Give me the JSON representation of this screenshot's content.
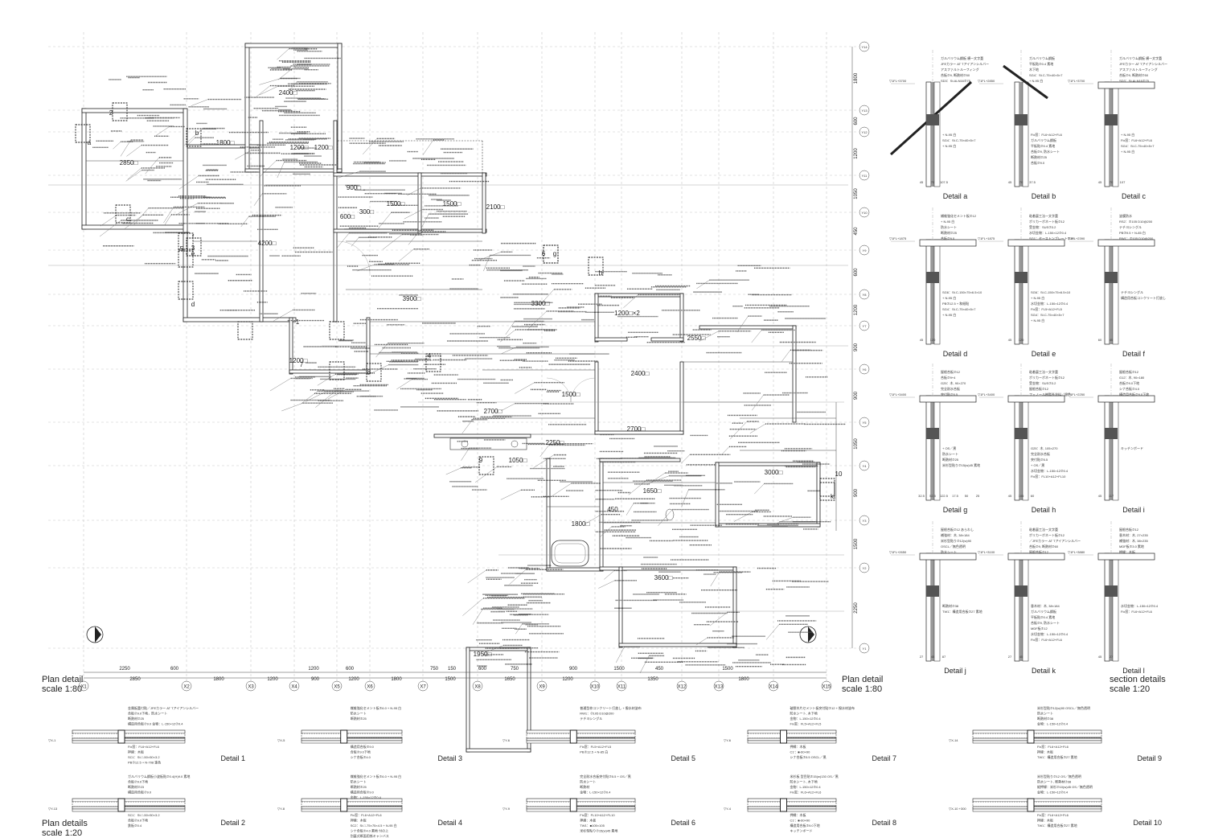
{
  "sheet": {
    "plan_title": "Plan detail",
    "plan_scale": "scale 1:80",
    "details_title": "Plan details",
    "details_scale": "scale 1:20",
    "section_title": "section details",
    "section_scale": "scale 1:20"
  },
  "grid_x": [
    {
      "label": "X1"
    },
    {
      "label": "X2"
    },
    {
      "label": "X3"
    },
    {
      "label": "X4"
    },
    {
      "label": "X5"
    },
    {
      "label": "X6"
    },
    {
      "label": "X7"
    },
    {
      "label": "X8"
    },
    {
      "label": "X9"
    },
    {
      "label": "X10"
    },
    {
      "label": "X11"
    },
    {
      "label": "X12"
    },
    {
      "label": "X13"
    },
    {
      "label": "X14"
    },
    {
      "label": "X15"
    }
  ],
  "grid_y": [
    {
      "label": "Y14"
    },
    {
      "label": "Y13"
    },
    {
      "label": "Y12"
    },
    {
      "label": "Y11"
    },
    {
      "label": "Y10"
    },
    {
      "label": "Y9"
    },
    {
      "label": "Y8"
    },
    {
      "label": "Y7"
    },
    {
      "label": "Y6"
    },
    {
      "label": "Y5"
    },
    {
      "label": "Y4"
    },
    {
      "label": "Y3"
    },
    {
      "label": "Y2"
    },
    {
      "label": "Y1"
    }
  ],
  "bottom_dims_upper": [
    "2250",
    "600",
    "1200",
    "600",
    "750",
    "150",
    "600",
    "750",
    "900",
    "1500",
    "450",
    "1500"
  ],
  "bottom_dims_lower": [
    "2850",
    "1800",
    "1200",
    "900",
    "1200",
    "1800",
    "1500",
    "1650",
    "1200",
    "1350",
    "1800"
  ],
  "right_dims": [
    "1800",
    "600",
    "1200",
    "1050",
    "450",
    "600",
    "1200",
    "900",
    "900",
    "1050",
    "900",
    "1500",
    "2250"
  ],
  "rooms": [
    "2850□",
    "2400□",
    "1800□",
    "1200□",
    "1200□",
    "900□",
    "600□",
    "300□",
    "1500□",
    "1500□",
    "2100□",
    "4200□",
    "3900□",
    "3300□",
    "1200□×2",
    "2550□",
    "1200□",
    "2400□",
    "1500□",
    "2700□",
    "2700□",
    "1050□",
    "2250□",
    "1650□",
    "450",
    "1800□",
    "3000□",
    "3600□",
    "1950□"
  ],
  "detail_markers": [
    "a",
    "b",
    "c",
    "d",
    "e",
    "f",
    "g",
    "h",
    "k",
    "1",
    "2",
    "3",
    "4",
    "5",
    "6",
    "7",
    "8",
    "9",
    "10"
  ],
  "section_details": [
    {
      "label": "Detail a",
      "level": "▽1FL+3700",
      "notes": [
        "ガルバリウム鋼板 横一文字葺",
        "JFEカラー AT Tアイアンシルバー",
        "アスファルトルーフィング",
        "合板⑦9, 断熱材⑦50",
        "SD3：St.ALN16⑦75",
        "+ N-95 白",
        "SG4：St.C-75×40×5×7",
        "+ N-95 白"
      ],
      "dims": [
        "45",
        "70",
        "107.5"
      ]
    },
    {
      "label": "Detail b",
      "level": "▽1FL+2850",
      "notes": [
        "ガルバリウム鋼板",
        "平板貼⑦0.4 素地",
        "木下地",
        "SG4：St.C-75×40×5×7",
        "+ N-95 白",
        "Fix窓：FL6+A12+FL6",
        "ガルバリウム鋼板",
        "平板貼⑦0.4 素地",
        "合板⑦9, 防水シート",
        "断熱材⑦25",
        "合板⑦9.0"
      ],
      "dims": [
        "45",
        "70",
        "37.5"
      ]
    },
    {
      "label": "Detail c",
      "level": "▽1FL+3700",
      "notes": [
        "ガルバリウム鋼板 横一文字葺",
        "JFEカラー AT Tアイアンシルバー",
        "アスファルトルーフィング",
        "合板⑦9, 断熱材⑦50",
        "SD3：St.ALN16⑦75",
        "+ N-95 白",
        "Fix窓：FL6+A12+FL6",
        "SG4：St.C-75×40×5×7",
        "+ N-95 白"
      ],
      "dims": [
        "45",
        "70",
        "107"
      ]
    },
    {
      "label": "Detail d",
      "level": "▽1FL+1875",
      "notes": [
        "繊維強化セメント板⑦12",
        "+ N-95 白",
        "防水シート",
        "断熱材⑦25",
        "合板⑦9.0",
        "SG6：St.C-150×75×6.5×10",
        "+ N-95 白",
        "PB⑦12.5 + 和紙貼",
        "SG4：St.C-75×40×5×7",
        "+ N-95 白"
      ],
      "dims": [
        "45",
        "120"
      ]
    },
    {
      "label": "Detail e",
      "level": "▽1FL+1875",
      "notes": [
        "粘着裏工法一文字葺",
        "ポリカーボネート板⑦12",
        "受金物：SUS⑦3.2",
        "水切金物：L-150×12⑦0.4",
        "SG1：セーストンプレート⑦25",
        "SG6：St.C-150×75×6.5×10",
        "+ N-95 白",
        "水切金物：L-150×12⑦0.4",
        "Fix窓：FL5+A12+FL5",
        "SG4：St.C-75×40×5×7",
        "+ N-95 白"
      ],
      "dims": [
        "45",
        "120"
      ]
    },
    {
      "label": "Detail f",
      "level": "▽1FL+2390",
      "notes": [
        "塗膜防水",
        "RS2：⑦105 D10@200",
        "テチヨシングル",
        "PB⑦9.5 + N-85 白",
        "RW1：⑦105 D10@200",
        "テチヨシングル",
        "構造用合板コンクリート打放し"
      ],
      "dims": [
        "60",
        "45"
      ]
    },
    {
      "label": "Detail g",
      "level": "▽1FL+3400",
      "notes": [
        "屋根合板⑦12",
        "合板⑦9+4",
        "G25：木, 90×270",
        "完全耐水合板",
        "突付貼⑦5.5",
        "+ OS／黒",
        "防水シート",
        "断熱材⑦25",
        "米杉型貼り⑦15(w)45 素地"
      ],
      "dims": [
        "32.5",
        "52.5",
        "122.5",
        "17.5",
        "50",
        "25"
      ]
    },
    {
      "label": "Detail h",
      "level": "▽1FL+3400",
      "notes": [
        "粘着裏工法一文字葺",
        "ポリカーボネート板⑦12",
        "受金物：SUS⑦3.2",
        "屋根合板⑦12",
        "フェノール樹脂系塗料／銀色",
        "G25：木, 105×270",
        "完全耐水合板",
        "突付貼⑦5.5",
        "+ OS／黒",
        "水切金物：L-150×12⑦0.4",
        "Fix窓：FL10+A12+FL10"
      ],
      "dims": [
        "45",
        "105",
        "60"
      ]
    },
    {
      "label": "Detail i",
      "level": "▽1FL+2250",
      "notes": [
        "屋根合板⑦12",
        "G12：木, 90×180",
        "合板⑦9.0下地",
        "シナ合板⑦4.0",
        "構造用合板⑦9.0下地",
        "キッチンボード"
      ],
      "dims": [
        "45",
        "117"
      ]
    },
    {
      "label": "Detail j",
      "level": "▽1FL+2650",
      "notes": [
        "屋根合板⑦12 あらわし",
        "補強材：木, 38×184",
        "米杉型貼り⑦12(w)90",
        "OSCL／無色透明",
        "防水シート",
        "断熱材⑦38",
        "TW1：構造用合板⑦27 素地"
      ],
      "dims": [
        "27",
        "45",
        "87"
      ]
    },
    {
      "label": "Detail k",
      "level": "▽1FL+3100",
      "notes": [
        "粘着裏工法一文字葺",
        "ポリカーボネート板⑦12",
        "／JFEカラー AT Tアイアンシルバー",
        "合板⑦9, 断熱材⑦60",
        "屋根合板⑦12",
        "垂木材：木, 38×184",
        "ガルバリウム鋼板",
        "平板貼⑦0.4 素地",
        "合板⑦9, 防水シート",
        "MDF板⑦12",
        "水切金物：L-150×12⑦0.4",
        "Fix窓：FL6+A12+FL6"
      ],
      "dims": [
        "27",
        "45"
      ]
    },
    {
      "label": "Detail l",
      "level": "▽1FL+3880",
      "notes": [
        "屋根合板⑦12",
        "垂木材：木, 27×235",
        "補強材：木, 38×235",
        "MDF板⑦3.0 素地",
        "押縁：木板",
        "水切金物：L-150×12⑦0.4",
        "Fix窓：FL6+A12+FL6"
      ],
      "dims": [
        "45",
        "27"
      ]
    }
  ],
  "plan_details": [
    {
      "label": "Detail 1",
      "axis": "▽X-1",
      "notes": [
        "金属板葺付貼／JFEカラー AT Tアイアンシルバー",
        "合板⑦9.0下地，防水シート",
        "断熱材⑦25",
        "構造用合板⑦9.0 金物：L-150×12⑦0.4",
        "Fix窓：FL6+A12+FL6",
        "押縁：木板",
        "SC1：St.□-50×50×3.2",
        "PB⑦12.5 + N-708 珠色"
      ]
    },
    {
      "label": "Detail 2",
      "axis": "▽Y-13",
      "notes": [
        "ガルバリウム鋼板小波板貼⑦0.4(H)9.0 素地",
        "合板⑦9.0下地",
        "断熱材⑦23",
        "構造用合板⑦9.0",
        "SC1：St.□-50×50×3.2",
        "合板⑦9.0下地",
        "鉄板⑦0.4"
      ]
    },
    {
      "label": "Detail 3",
      "axis": "▽X-5",
      "notes": [
        "繊維強化セメント板⑦6.0 + N-95 白",
        "防水シート",
        "断熱材⑦25",
        "構造用合板⑦9.0",
        "合板⑦9.0下地",
        "シナ合板⑦4.0"
      ]
    },
    {
      "label": "Detail 4",
      "axis": "▽Y-8",
      "notes": [
        "繊維強化セメント板⑦6.0 + N-95 白",
        "防水シート",
        "断熱材⑦25",
        "構造用合板⑦9.0",
        "金物：L-150×12⑦0.4",
        "Fix窓：FL6+A12+FL6",
        "押縁：木板",
        "SC2：St.□-75×75×4.5 + N-95 白",
        "シナ合板⑦4.0 素地 付の上",
        "別裏式断面用係キャンバス"
      ]
    },
    {
      "label": "Detail 5",
      "axis": "▽Y-6",
      "notes": [
        "普通型枠コンクリート打放し + 撥水材塗布",
        "RW1：⑦105 D10@200",
        "テチヨシングル",
        "Fix窓：FL5+A12+FL5",
        "PB⑦12.5 + N-85 白"
      ]
    },
    {
      "label": "Detail 6",
      "axis": "▽Y-9",
      "notes": [
        "完全耐水合板突付貼⑦5.5 + OS／黒",
        "防水シート",
        "断熱材",
        "金物：L-150×12⑦0.4",
        "Fix窓：FL10+A12+FL10",
        "押縁：木板",
        "TW1：■105×105",
        "米杉型貼り⑦15(w)45 素地"
      ]
    },
    {
      "label": "Detail 7",
      "axis": "▽Y-6",
      "notes": [
        "破裂木片セメント板突付貼⑦12 + 撥水材塗布",
        "防水シート, 木下地",
        "金物：L-150×12⑦0.4",
        "Fix窓：FL5+A12+FL5",
        "押縁：木板",
        "C1'：■-60×90",
        "シナ合板⑦5.5 OSCL／黒"
      ]
    },
    {
      "label": "Detail 8",
      "axis": "▽Y-4",
      "notes": [
        "米杉板 型目貼⑦15(w)130 OS／黒",
        "防水シート, 木下地",
        "金物：L-150×12⑦0.4",
        "Fix窓：FL6+A12+FL6",
        "押縁：木板",
        "C1'：■-60×90",
        "構造用合板⑦9.0下地",
        "キッチンボード"
      ]
    },
    {
      "label": "Detail 9",
      "axis": "▽X-14",
      "notes": [
        "米杉型貼⑦12(w)90 OSCL／無色透明",
        "防水シート",
        "断熱材⑦38",
        "金物：L-150×12⑦0.4",
        "Fix窓：FL6+A12+FL6",
        "押縁：木板",
        "TW1：構造用合板⑦27 素地"
      ]
    },
    {
      "label": "Detail 10",
      "axis": "▽X-10 +300",
      "notes": [
        "米杉型貼り⑦12 OS／無色透明",
        "防水シート, 断熱材⑦38",
        "縦押縁：米杉⑦10(w)45 OS／無色透明",
        "金物：L-150×12⑦0.4",
        "Fix窓：FL6+A12+FL6",
        "押縁：木板",
        "TW1：構造用合板⑦27 素地"
      ]
    }
  ]
}
